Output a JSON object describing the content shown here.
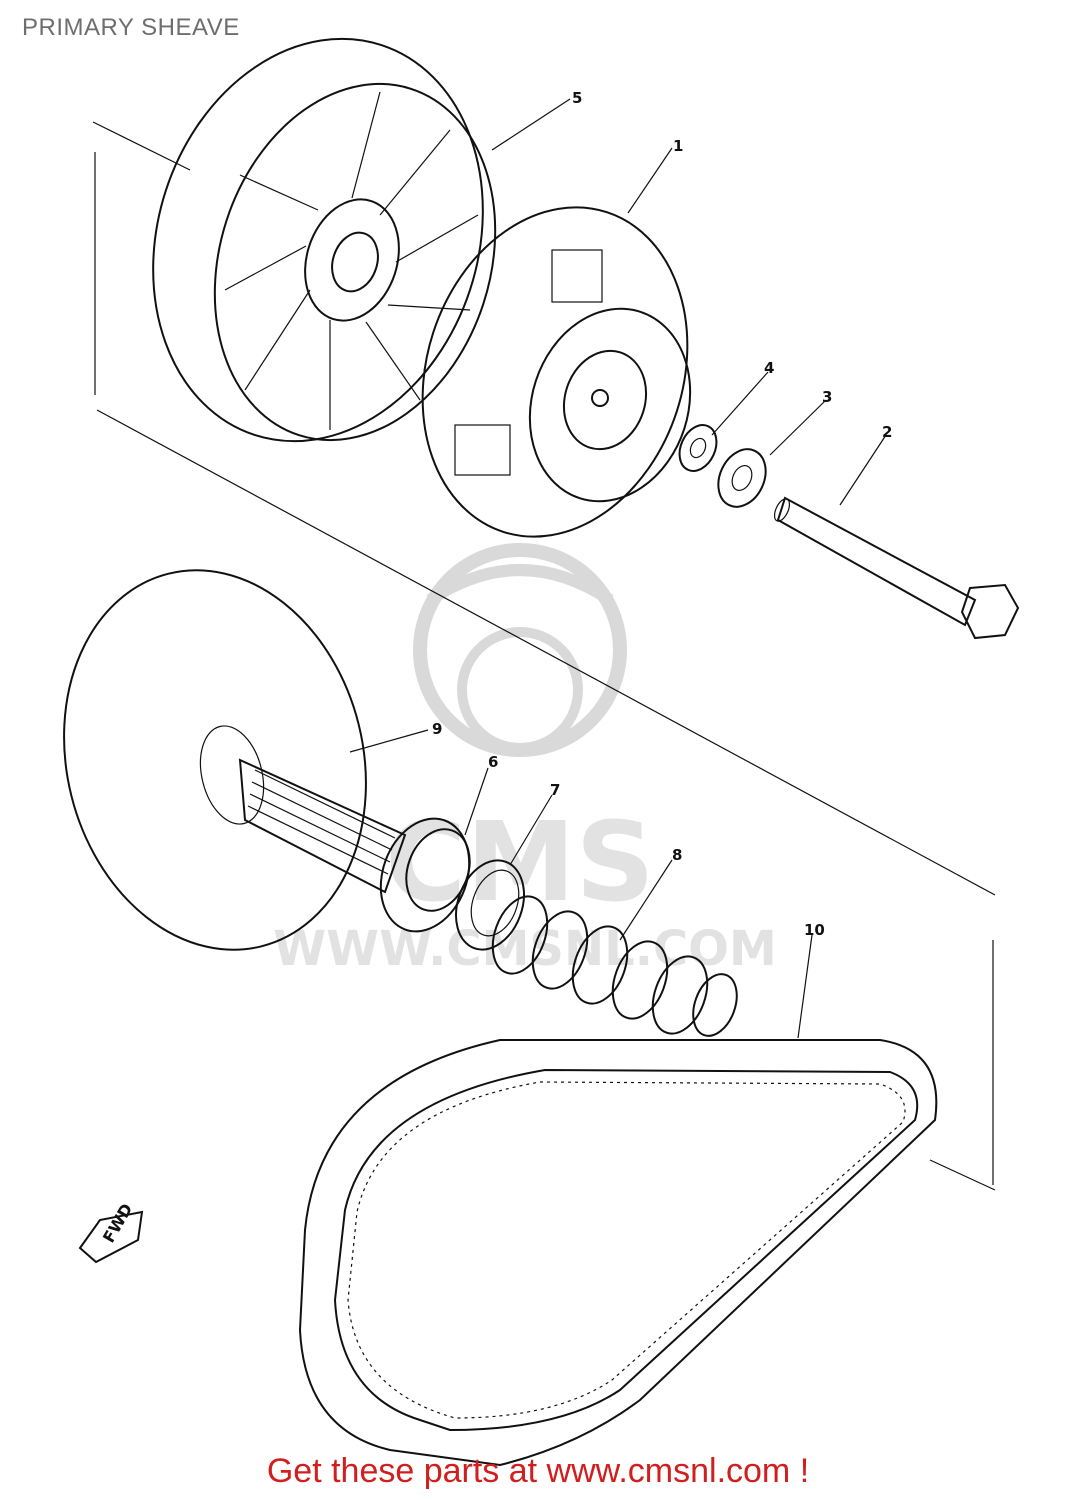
{
  "page": {
    "title": "PRIMARY SHEAVE",
    "footer": "Get these parts at www.cmsnl.com !"
  },
  "watermark": {
    "logo_text": "CMS",
    "site_text": "WWW.CMSNL.COM"
  },
  "direction_marker": {
    "label": "FWD",
    "icon": "arrow-icon"
  },
  "callouts": [
    {
      "id": "1",
      "label": "1"
    },
    {
      "id": "2",
      "label": "2"
    },
    {
      "id": "3",
      "label": "3"
    },
    {
      "id": "4",
      "label": "4"
    },
    {
      "id": "5",
      "label": "5"
    },
    {
      "id": "6",
      "label": "6"
    },
    {
      "id": "7",
      "label": "7"
    },
    {
      "id": "8",
      "label": "8"
    },
    {
      "id": "9",
      "label": "9"
    },
    {
      "id": "10",
      "label": "10"
    }
  ],
  "colors": {
    "ink": "#111111",
    "title": "#6e6e6e",
    "footer": "#d11e1e",
    "watermark": "#d9d9d9"
  }
}
